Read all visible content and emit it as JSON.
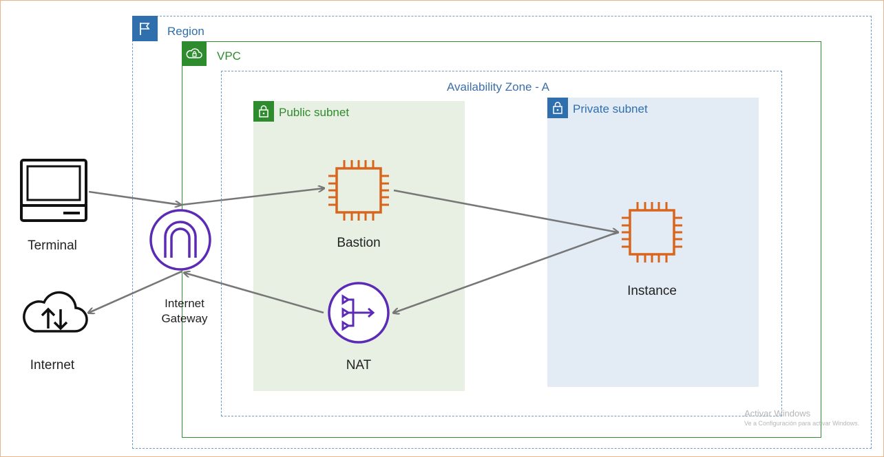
{
  "region": {
    "label": "Region",
    "color": "#2f6fae"
  },
  "vpc": {
    "label": "VPC",
    "color": "#2e8b2e"
  },
  "availability_zone": {
    "label": "Availability Zone - A"
  },
  "public_subnet": {
    "label": "Public subnet",
    "color": "#2e8b2e"
  },
  "private_subnet": {
    "label": "Private subnet",
    "color": "#2f6fae"
  },
  "nodes": {
    "terminal": {
      "label": "Terminal",
      "icon": "laptop-icon"
    },
    "internet": {
      "label": "Internet",
      "icon": "cloud-upload-download-icon"
    },
    "internet_gateway": {
      "line1": "Internet",
      "line2": "Gateway",
      "icon": "internet-gateway-icon",
      "color": "#5b2bb5"
    },
    "bastion": {
      "label": "Bastion",
      "icon": "ec2-instance-icon",
      "color": "#d9641c"
    },
    "nat": {
      "label": "NAT",
      "icon": "nat-gateway-icon",
      "color": "#5b2bb5"
    },
    "instance": {
      "label": "Instance",
      "icon": "ec2-instance-icon",
      "color": "#d9641c"
    }
  },
  "watermark": {
    "title": "Activar Windows",
    "subtitle": "Ve a Configuración para activar Windows."
  }
}
